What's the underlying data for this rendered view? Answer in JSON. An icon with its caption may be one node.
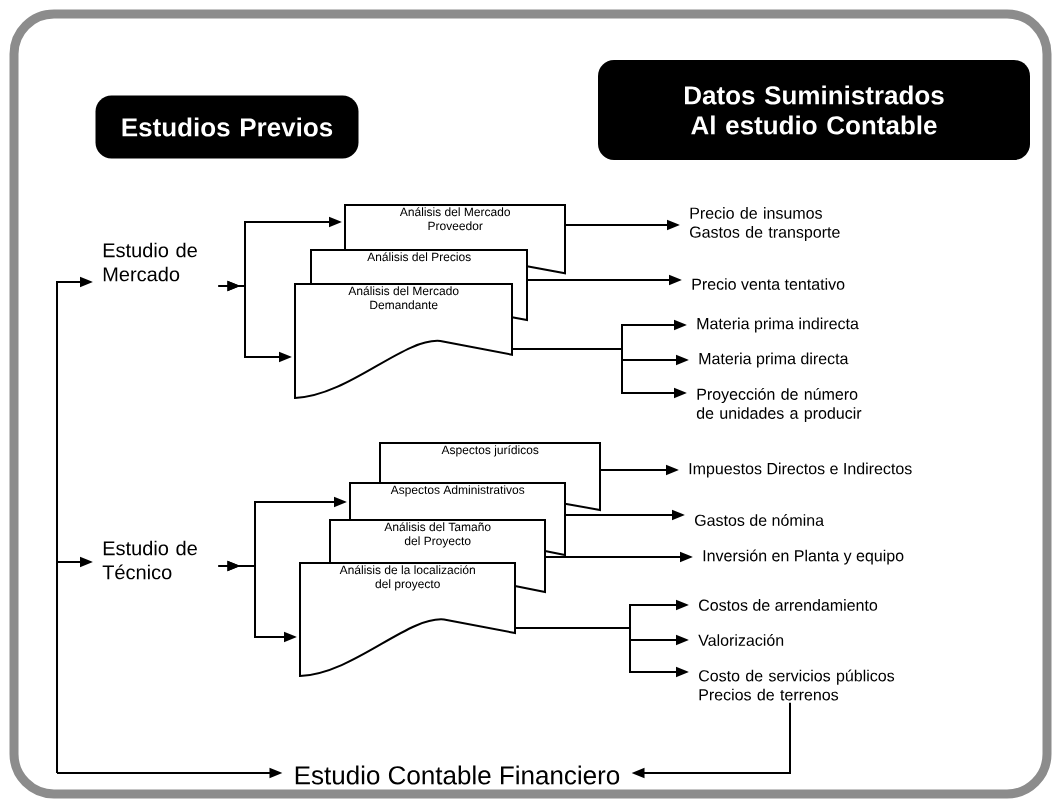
{
  "diagram": {
    "nodes": [
      {
        "text": [
          "Estudios Previos"
        ]
      },
      {
        "text": [
          "Datos Suministrados Al estudio Contable"
        ]
      },
      {
        "text": [
          "Estudio de Mercado"
        ]
      },
      {
        "text": [
          "Análisis del Mercado Proveedor"
        ]
      },
      {
        "text": [
          "Análisis del Precios"
        ]
      },
      {
        "text": [
          "Análisis del Mercado Demandante"
        ]
      },
      {
        "text": [
          "Precio de insumos Gastos de transporte"
        ]
      },
      {
        "text": [
          "Precio venta tentativo"
        ]
      },
      {
        "text": [
          "Materia prima indirecta"
        ]
      },
      {
        "text": [
          "Materia prima directa"
        ]
      },
      {
        "text": [
          "Proyección de número de unidades a producir"
        ]
      },
      {
        "text": [
          "Estudio de Técnico"
        ]
      },
      {
        "text": [
          "Aspectos jurídicos"
        ]
      },
      {
        "text": [
          "Aspectos Administrativos"
        ]
      },
      {
        "text": [
          "Análisis del Tamaño del Proyecto"
        ]
      },
      {
        "text": [
          "Análisis de la localización del proyecto"
        ]
      },
      {
        "text": [
          "Impuestos Directos e Indirectos"
        ]
      },
      {
        "text": [
          "Gastos de nómina"
        ]
      },
      {
        "text": [
          "Inversión en Planta y equipo"
        ]
      },
      {
        "text": [
          "Costos de arrendamiento"
        ]
      },
      {
        "text": [
          "Valorización"
        ]
      },
      {
        "text": [
          "Costo de servicios públicos Precios de terrenos"
        ]
      },
      {
        "text": [
          "Estudio Contable Financiero"
        ]
      }
    ],
    "edges": [
      {
        "from": 2,
        "to": 3,
        "arrow": "to"
      },
      {
        "from": 2,
        "to": 5,
        "arrow": "to"
      },
      {
        "from": 3,
        "to": 6,
        "arrow": "to"
      },
      {
        "from": 4,
        "to": 7,
        "arrow": "to"
      },
      {
        "from": 5,
        "to": 8,
        "arrow": "to"
      },
      {
        "from": 5,
        "to": 9,
        "arrow": "to"
      },
      {
        "from": 5,
        "to": 10,
        "arrow": "to"
      },
      {
        "from": 11,
        "to": 13,
        "arrow": "to"
      },
      {
        "from": 11,
        "to": 15,
        "arrow": "to"
      },
      {
        "from": 12,
        "to": 16,
        "arrow": "to"
      },
      {
        "from": 13,
        "to": 17,
        "arrow": "to"
      },
      {
        "from": 14,
        "to": 18,
        "arrow": "to"
      },
      {
        "from": 15,
        "to": 19,
        "arrow": "to"
      },
      {
        "from": 15,
        "to": 20,
        "arrow": "to"
      },
      {
        "from": 15,
        "to": 21,
        "arrow": "to"
      },
      {
        "from": 21,
        "to": 22,
        "arrow": "to"
      },
      {
        "from": null,
        "to": 2,
        "arrow": "to"
      },
      {
        "from": null,
        "to": 11,
        "arrow": "to"
      },
      {
        "from": null,
        "to": 22,
        "arrow": "to"
      }
    ]
  }
}
